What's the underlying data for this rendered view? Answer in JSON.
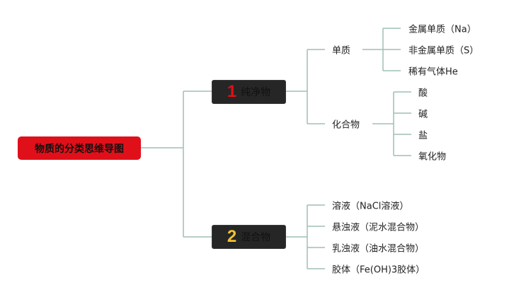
{
  "root": {
    "label": "物质的分类思维导图"
  },
  "branches": [
    {
      "number": "1",
      "label": "纯净物",
      "number_color": "#e0101a",
      "children": [
        {
          "label": "单质",
          "children": [
            {
              "label": "金属单质（Na）"
            },
            {
              "label": "非金属单质（S）"
            },
            {
              "label": "稀有气体He"
            }
          ]
        },
        {
          "label": "化合物",
          "children": [
            {
              "label": "酸"
            },
            {
              "label": "碱"
            },
            {
              "label": "盐"
            },
            {
              "label": "氧化物"
            }
          ]
        }
      ]
    },
    {
      "number": "2",
      "label": "混合物",
      "number_color": "#f2c230",
      "children": [
        {
          "label": "溶液（NaCl溶液）"
        },
        {
          "label": "悬浊液（泥水混合物）"
        },
        {
          "label": "乳浊液（油水混合物）"
        },
        {
          "label": "胶体（Fe(OH)3胶体）"
        }
      ]
    }
  ],
  "colors": {
    "line": "#9dbfb5",
    "root_bg": "#e0101a",
    "box_bg": "#262626"
  }
}
